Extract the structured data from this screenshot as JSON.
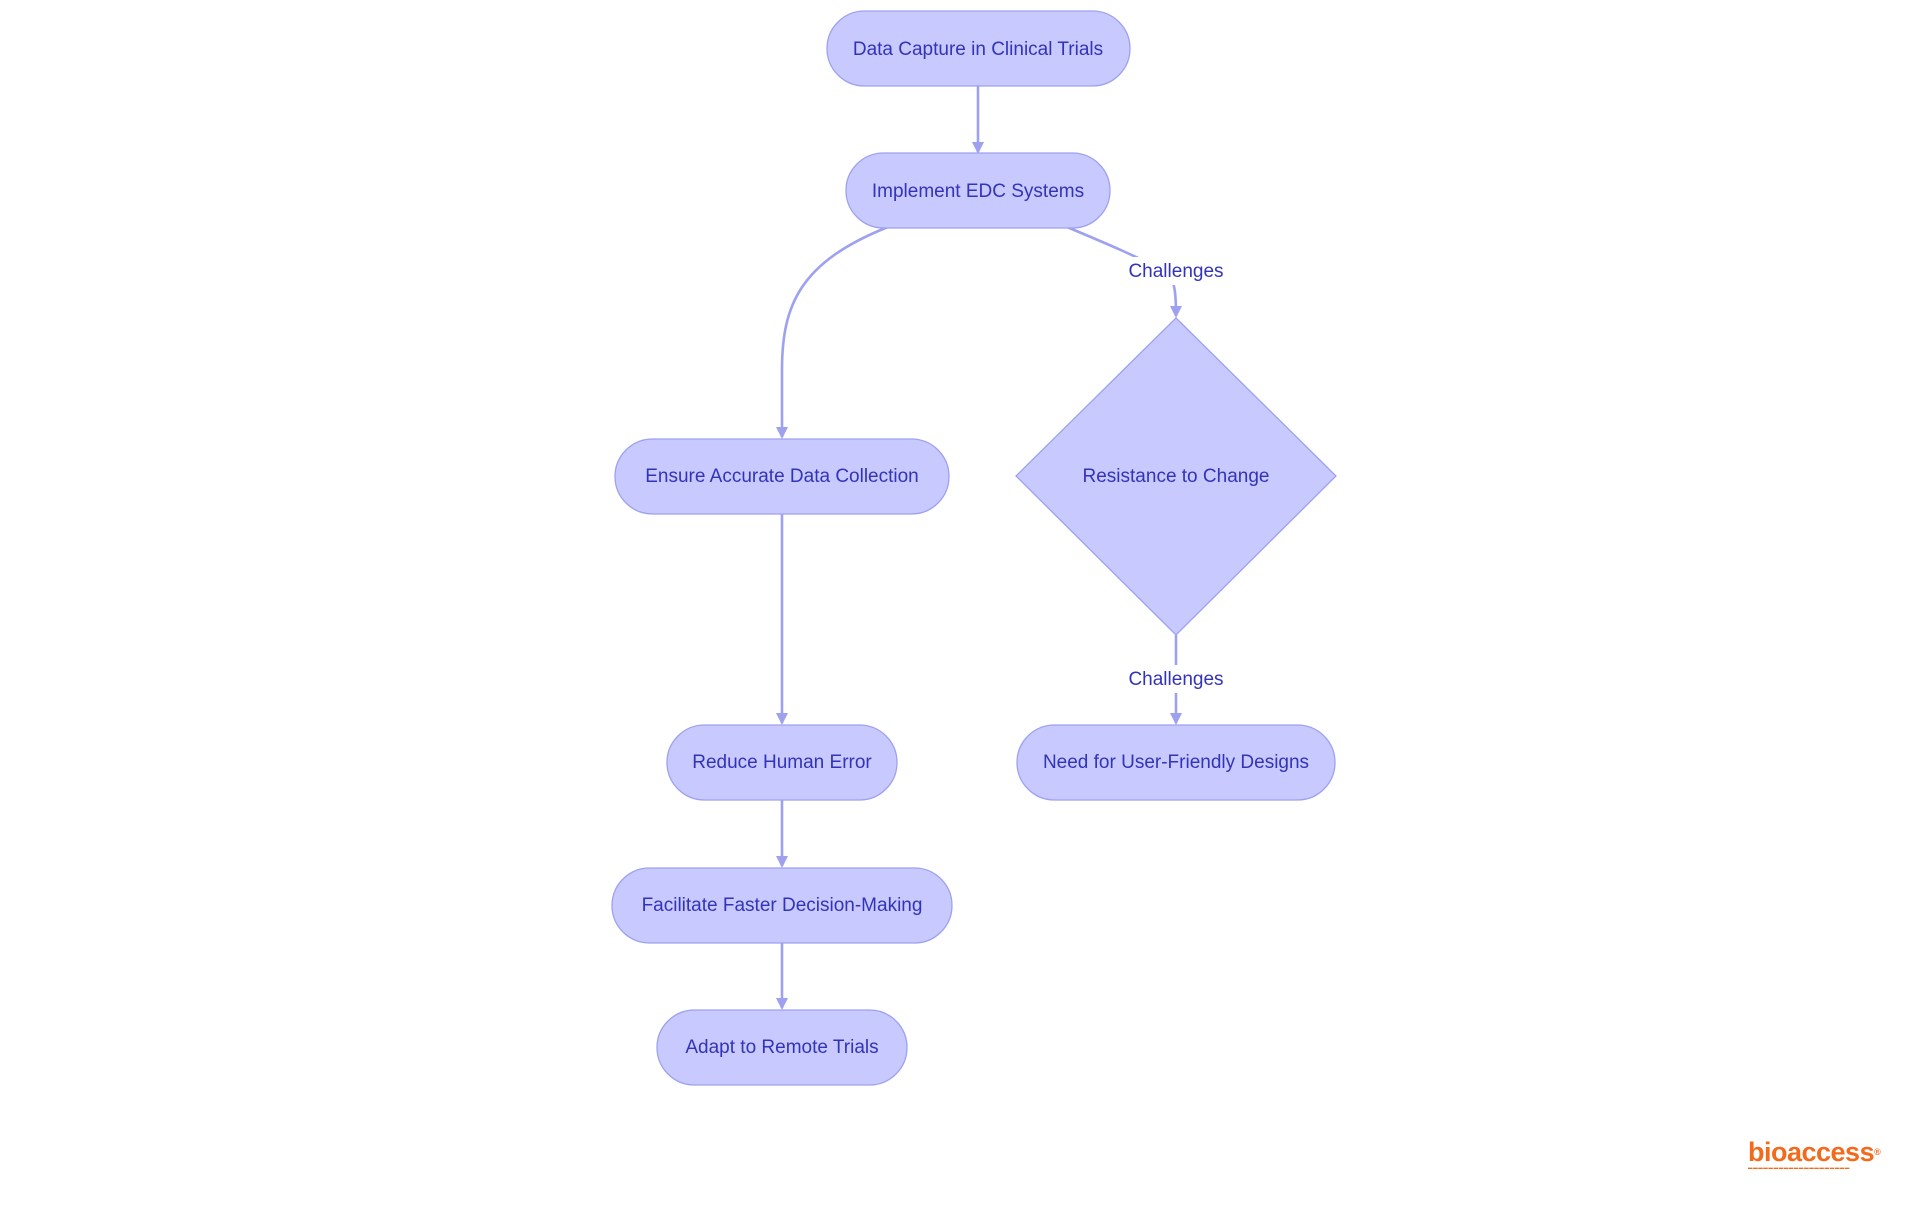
{
  "colors": {
    "node_fill": "#c8caff",
    "node_stroke": "#9da1f0",
    "edge": "#9da1f0",
    "text": "#3333b8",
    "brand": "#f26b1d"
  },
  "nodes": {
    "data_capture": "Data Capture in Clinical Trials",
    "implement_edc": "Implement EDC Systems",
    "accurate_collection": "Ensure Accurate Data Collection",
    "reduce_error": "Reduce Human Error",
    "faster_decisions": "Facilitate Faster Decision-Making",
    "remote_trials": "Adapt to Remote Trials",
    "resistance": "Resistance to Change",
    "user_friendly": "Need for User-Friendly Designs"
  },
  "edges": [
    {
      "from": "data_capture",
      "to": "implement_edc",
      "label": ""
    },
    {
      "from": "implement_edc",
      "to": "accurate_collection",
      "label": ""
    },
    {
      "from": "implement_edc",
      "to": "resistance",
      "label": "Challenges"
    },
    {
      "from": "accurate_collection",
      "to": "reduce_error",
      "label": ""
    },
    {
      "from": "reduce_error",
      "to": "faster_decisions",
      "label": ""
    },
    {
      "from": "faster_decisions",
      "to": "remote_trials",
      "label": ""
    },
    {
      "from": "resistance",
      "to": "user_friendly",
      "label": "Challenges"
    }
  ],
  "logo": {
    "name": "bioaccess",
    "registered_mark": "®"
  }
}
